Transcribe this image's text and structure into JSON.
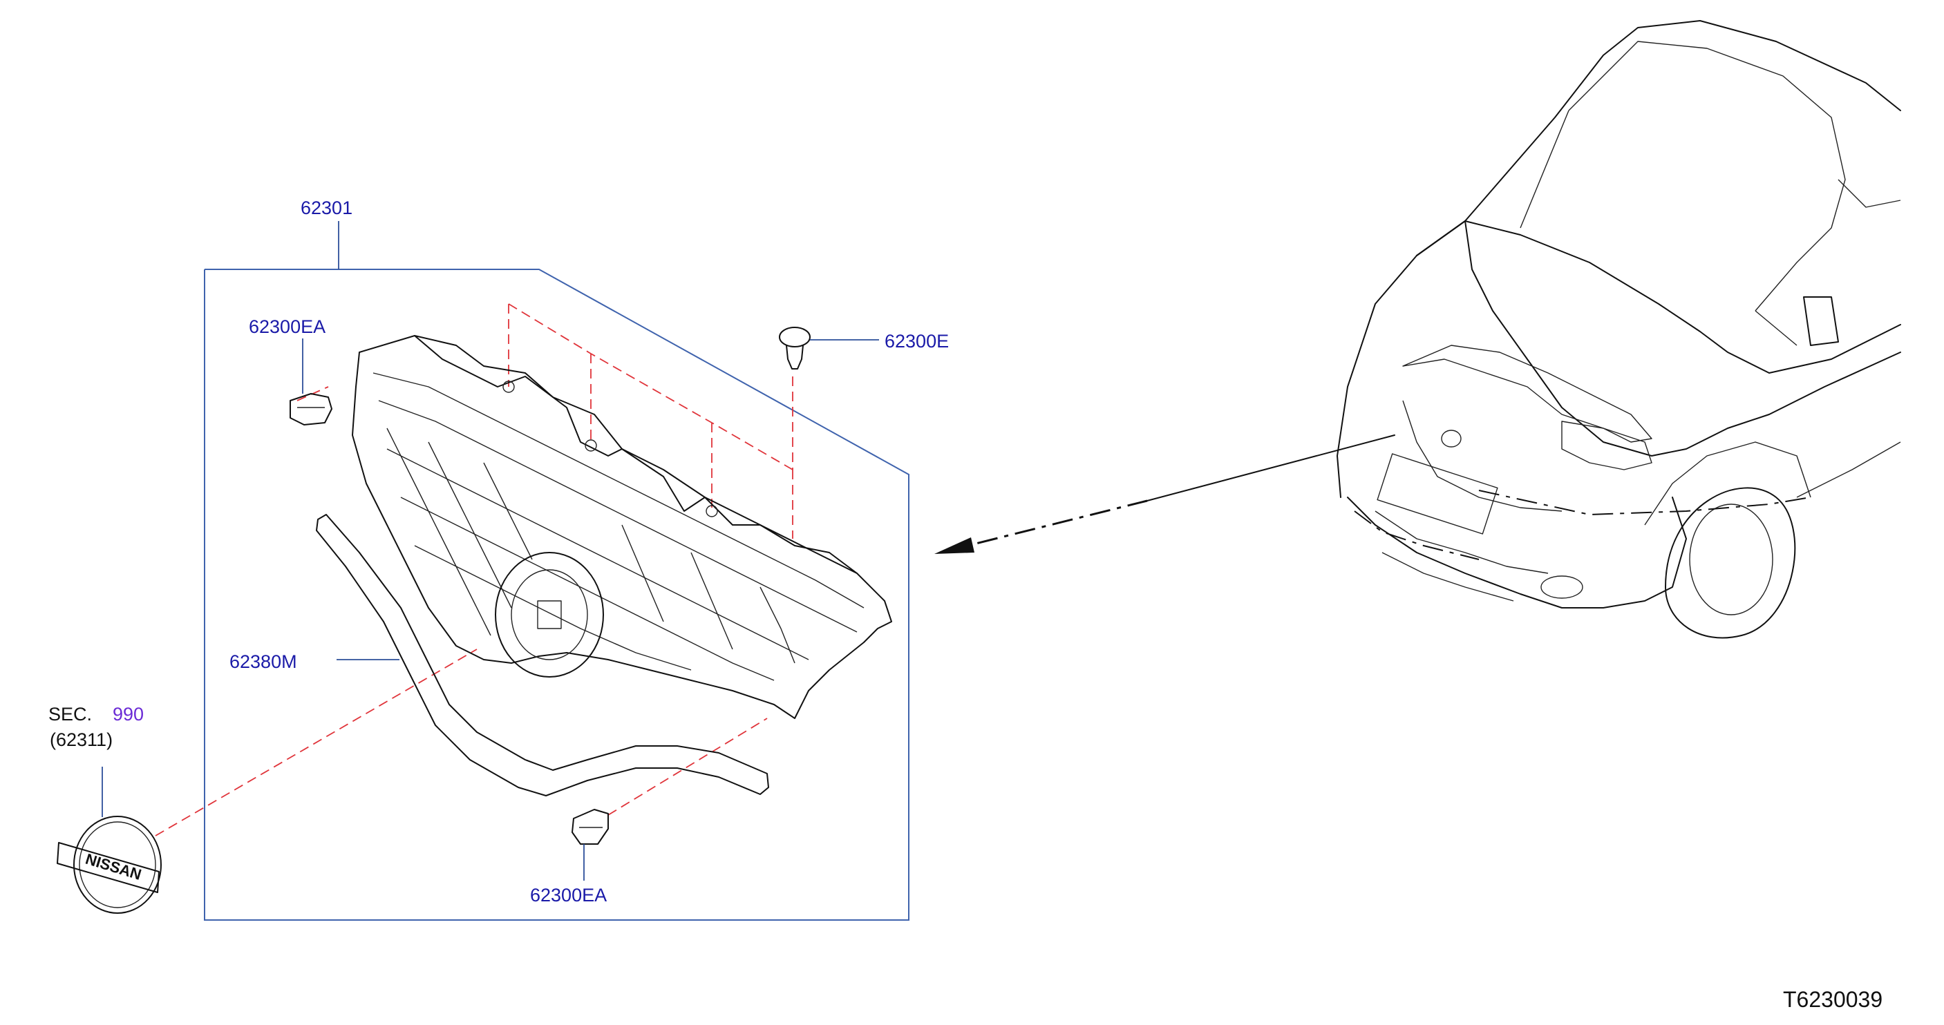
{
  "labels": {
    "assembly": "62301",
    "clip_top_left": "62300EA",
    "clip_bottom": "62300EA",
    "clip_right": "62300E",
    "molding": "62380M",
    "sec_prefix": "SEC.",
    "sec_number": "990",
    "emblem_ref": "(62311)"
  },
  "emblem_text": "NISSAN",
  "drawing_code": "T6230039",
  "colors": {
    "part_label": "#1a1aa8",
    "section_link": "#6b2bd6",
    "leader_line": "#2c4f9a",
    "hidden_line": "#e0343a"
  }
}
